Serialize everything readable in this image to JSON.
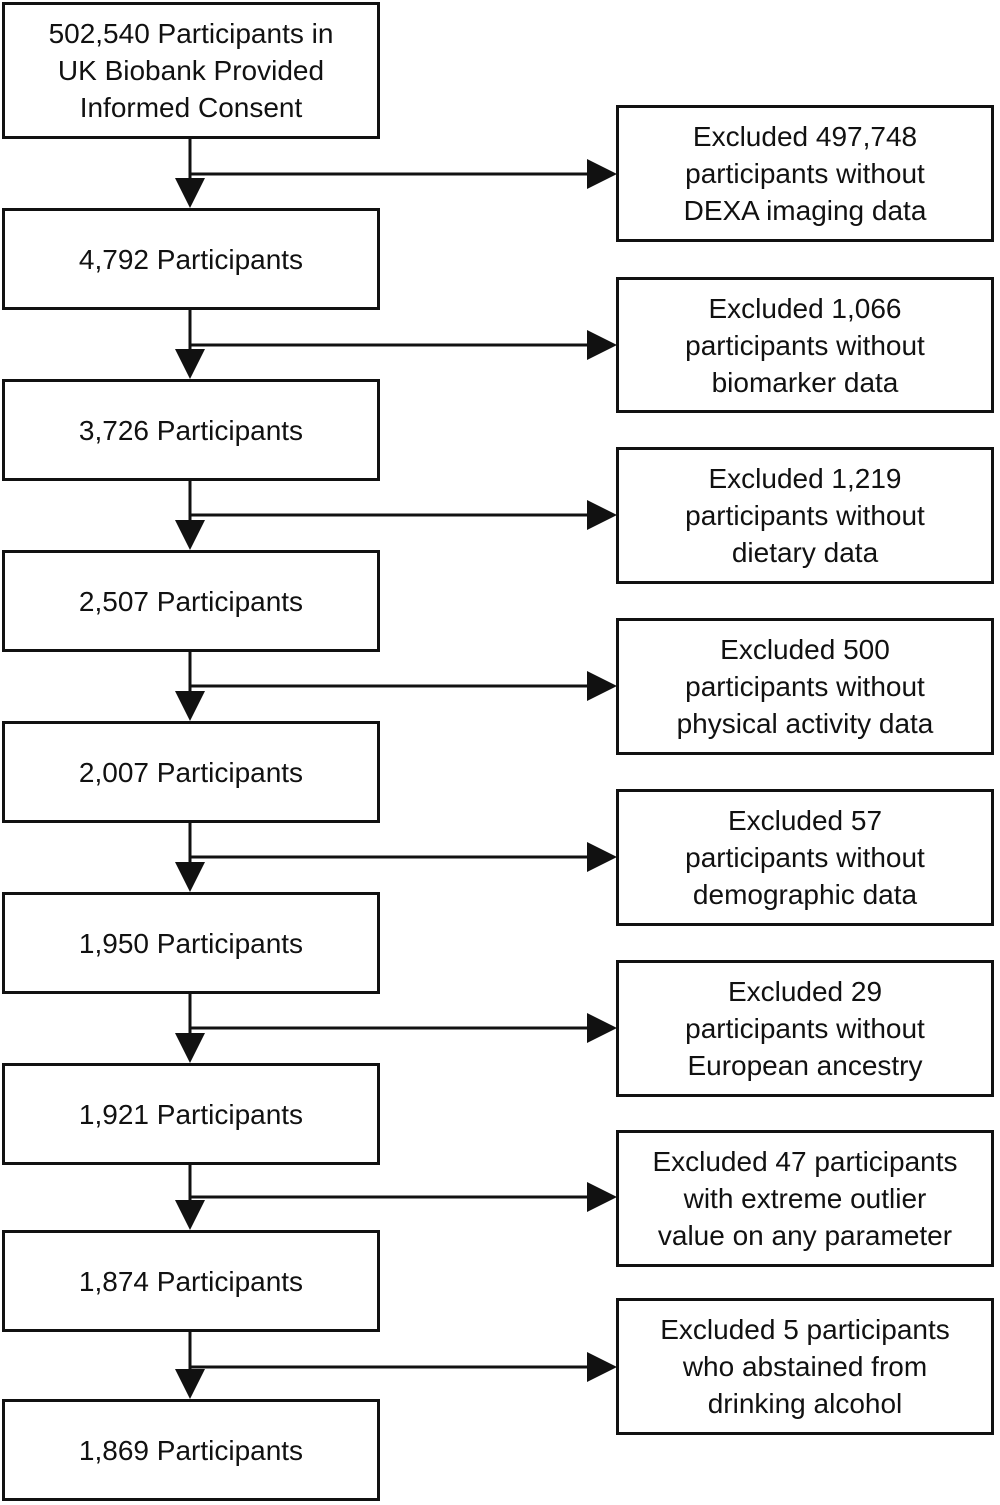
{
  "main_boxes": [
    {
      "lines": [
        "502,540 Participants in",
        "UK Biobank Provided",
        "Informed Consent"
      ]
    },
    {
      "lines": [
        "4,792 Participants"
      ]
    },
    {
      "lines": [
        "3,726 Participants"
      ]
    },
    {
      "lines": [
        "2,507 Participants"
      ]
    },
    {
      "lines": [
        "2,007 Participants"
      ]
    },
    {
      "lines": [
        "1,950 Participants"
      ]
    },
    {
      "lines": [
        "1,921 Participants"
      ]
    },
    {
      "lines": [
        "1,874 Participants"
      ]
    },
    {
      "lines": [
        "1,869 Participants"
      ]
    }
  ],
  "exclusion_boxes": [
    {
      "lines": [
        "Excluded 497,748",
        "participants without",
        "DEXA imaging data"
      ]
    },
    {
      "lines": [
        "Excluded 1,066",
        "participants without",
        "biomarker data"
      ]
    },
    {
      "lines": [
        "Excluded 1,219",
        "participants without",
        "dietary data"
      ]
    },
    {
      "lines": [
        "Excluded 500",
        "participants without",
        "physical activity data"
      ]
    },
    {
      "lines": [
        "Excluded 57",
        "participants without",
        "demographic data"
      ]
    },
    {
      "lines": [
        "Excluded 29",
        "participants without",
        "European ancestry"
      ]
    },
    {
      "lines": [
        "Excluded 47 participants",
        "with extreme outlier",
        "value on any parameter"
      ]
    },
    {
      "lines": [
        "Excluded 5 participants",
        "who abstained from",
        "drinking alcohol"
      ]
    }
  ]
}
